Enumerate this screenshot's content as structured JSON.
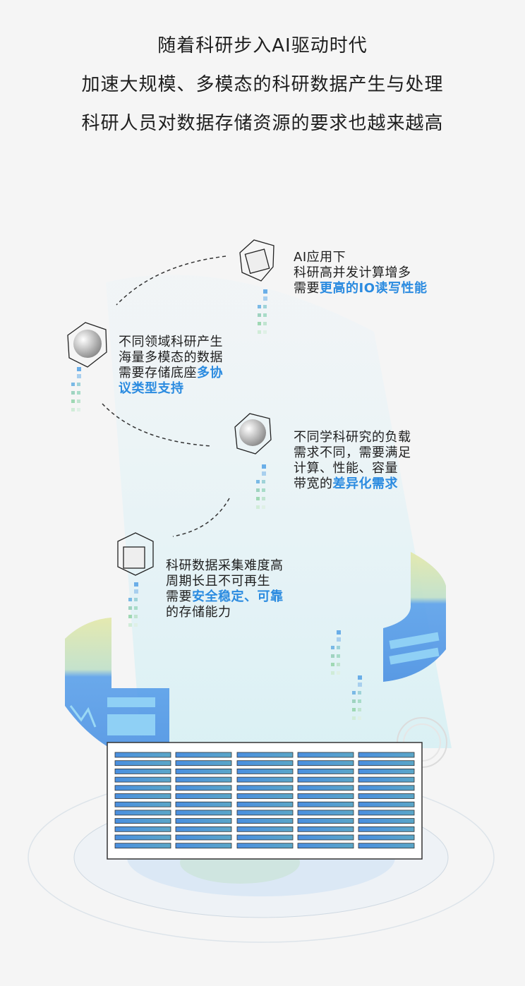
{
  "intro": {
    "lines": [
      "随着科研步入AI驱动时代",
      "加速大规模、多模态的科研数据产生与处理",
      "科研人员对数据存储资源的要求也越来越高"
    ]
  },
  "blocks": [
    {
      "lines": [
        {
          "plain": "AI应用下",
          "highlight": ""
        },
        {
          "plain": "科研高并发计算增多",
          "highlight": ""
        },
        {
          "plain": "需要",
          "highlight": "更高的IO读写性能"
        }
      ]
    },
    {
      "lines": [
        {
          "plain": "不同领域科研产生",
          "highlight": ""
        },
        {
          "plain": "海量多模态的数据",
          "highlight": ""
        },
        {
          "plain": "需要存储底座",
          "highlight": "多协"
        },
        {
          "plain": "",
          "highlight": "议类型支持"
        }
      ]
    },
    {
      "lines": [
        {
          "plain": "不同学科研究的负载",
          "highlight": ""
        },
        {
          "plain": "需求不同，需要满足",
          "highlight": ""
        },
        {
          "plain": "计算、性能、容量",
          "highlight": ""
        },
        {
          "plain": "带宽的",
          "highlight": "差异化需求"
        }
      ]
    },
    {
      "lines": [
        {
          "plain": "科研数据采集难度高",
          "highlight": ""
        },
        {
          "plain": "周期长且不可再生",
          "highlight": ""
        },
        {
          "plain": "需要",
          "highlight": "安全稳定、可靠"
        },
        {
          "plain": "的存储能力",
          "highlight": ""
        }
      ]
    }
  ],
  "colors": {
    "background": "#f5f5f5",
    "highlight": "#2b8be0",
    "server_bar": "#4a90e2",
    "screen": "#5aa0ea"
  },
  "icons": [
    "wireframe-cube-icon",
    "wireframe-sphere-icon",
    "server-rack-icon",
    "curved-screen-icon",
    "target-ring-icon"
  ]
}
